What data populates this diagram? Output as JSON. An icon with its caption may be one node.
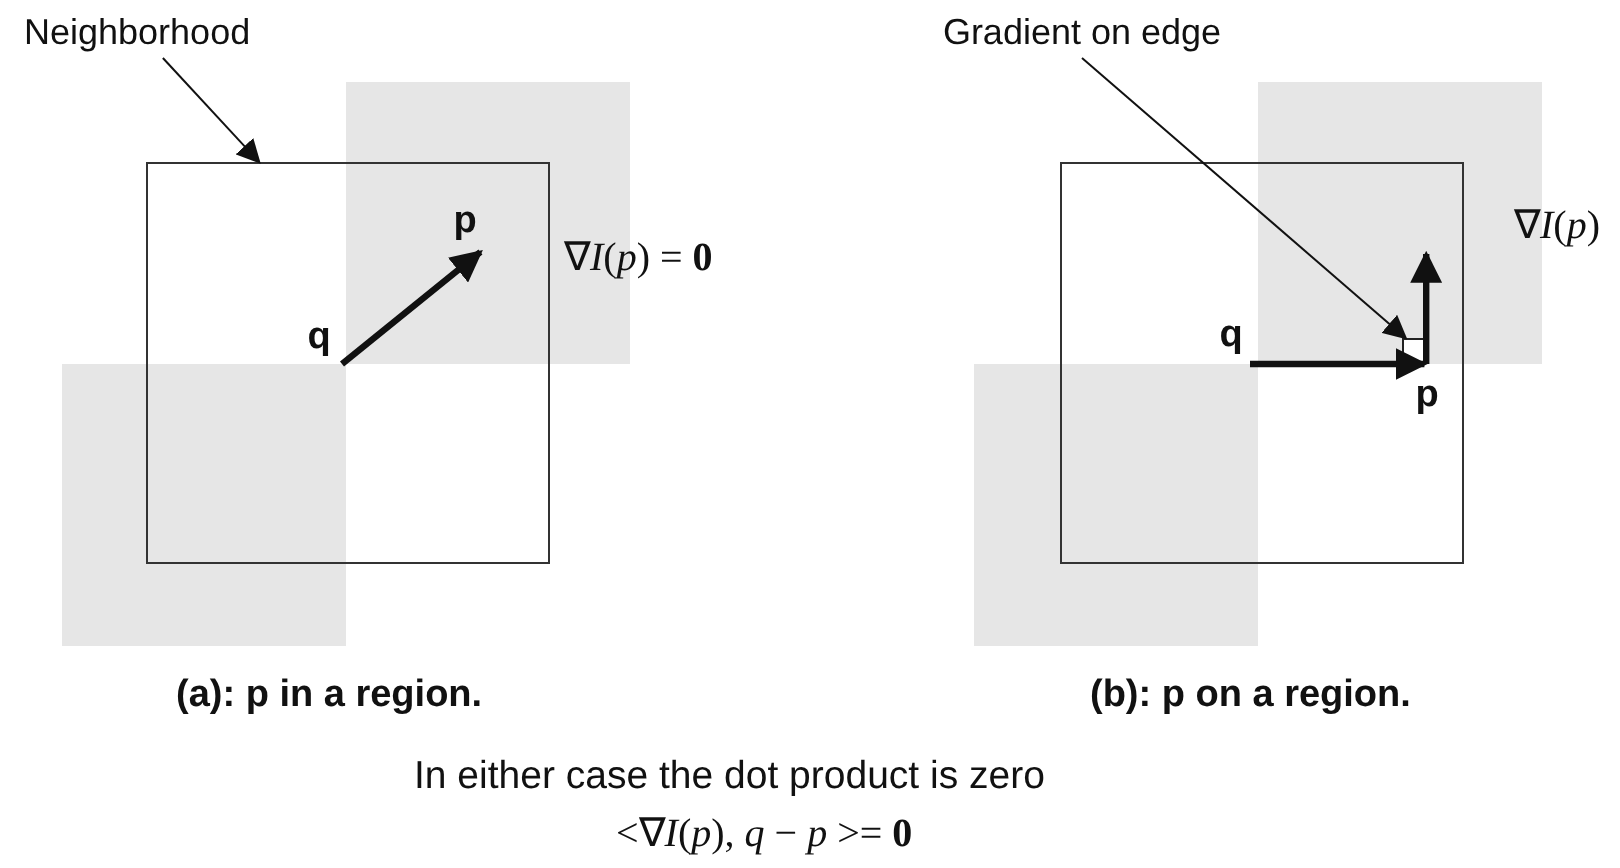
{
  "diagram": {
    "nodes": [
      {
        "text": [
          "Neighborhood"
        ]
      },
      {
        "text": [],
        "shape": "box"
      },
      {
        "text": [
          "p"
        ],
        "in": 1
      },
      {
        "text": [
          "q"
        ],
        "in": 1
      },
      {
        "text": [
          "Gradient on edge"
        ]
      },
      {
        "text": [],
        "shape": "box"
      },
      {
        "text": [
          "q"
        ],
        "in": 5
      },
      {
        "text": [],
        "shape": "box",
        "in": 5
      },
      {
        "text": [
          "p"
        ],
        "in": 5
      }
    ],
    "edges": [
      {
        "from": 0,
        "to": 1,
        "arrow": "to"
      },
      {
        "from": 3,
        "to": 2,
        "arrow": "to"
      },
      {
        "from": 4,
        "to": 7,
        "arrow": "to"
      },
      {
        "from": 6,
        "to": 8,
        "arrow": "to"
      },
      {
        "from": 8,
        "to": null,
        "arrow": "to"
      }
    ],
    "labels": [
      "∇*I*(*p*) = **0**",
      "∇*I*(*p*)",
      "(a): p in a region.",
      "(b): p on a region.",
      "In either case the dot product is zero",
      "<∇*I*(*p*), *q* − *p* >= **0**"
    ]
  }
}
